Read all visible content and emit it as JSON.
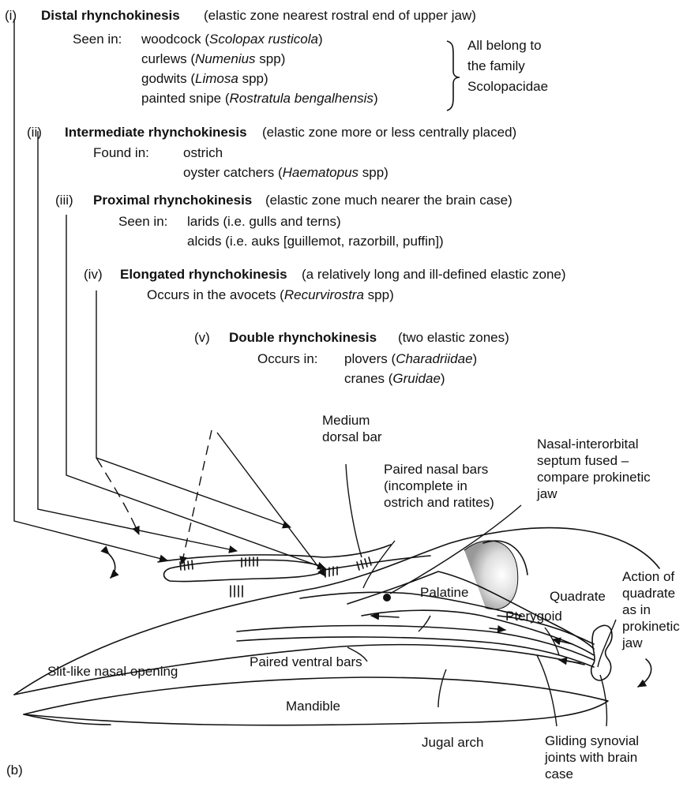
{
  "types": [
    {
      "num": "(i)",
      "name": "Distal rhynchokinesis",
      "desc": "(elastic zone nearest rostral end of upper jaw)",
      "prefix": "Seen in:",
      "examples": [
        {
          "pre": "woodcock (",
          "it": "Scolopax rusticola",
          "post": ")"
        },
        {
          "pre": "curlews (",
          "it": "Numenius",
          "post": " spp)"
        },
        {
          "pre": "godwits (",
          "it": "Limosa",
          "post": " spp)"
        },
        {
          "pre": "painted snipe (",
          "it": "Rostratula bengalhensis",
          "post": ")"
        }
      ],
      "family_note": [
        "All belong to",
        "the family",
        "Scolopacidae"
      ]
    },
    {
      "num": "(ii)",
      "name": "Intermediate rhynchokinesis",
      "desc": "(elastic zone more or less centrally placed)",
      "prefix": "Found in:",
      "examples": [
        {
          "pre": "ostrich",
          "it": "",
          "post": ""
        },
        {
          "pre": "oyster catchers (",
          "it": "Haematopus",
          "post": " spp)"
        }
      ]
    },
    {
      "num": "(iii)",
      "name": "Proximal rhynchokinesis",
      "desc": "(elastic zone much nearer the brain case)",
      "prefix": "Seen in:",
      "examples": [
        {
          "pre": "larids (i.e. gulls and terns)",
          "it": "",
          "post": ""
        },
        {
          "pre": "alcids (i.e. auks [guillemot, razorbill, puffin])",
          "it": "",
          "post": ""
        }
      ]
    },
    {
      "num": "(iv)",
      "name": "Elongated rhynchokinesis",
      "desc": "(a relatively long and ill-defined elastic zone)",
      "prefix": "Occurs in the avocets (",
      "examples": [
        {
          "pre": "",
          "it": "Recurvirostra",
          "post": " spp)"
        }
      ]
    },
    {
      "num": "(v)",
      "name": "Double rhynchokinesis",
      "desc": "(two elastic zones)",
      "prefix": "Occurs in:",
      "examples": [
        {
          "pre": "plovers (",
          "it": "Charadriidae",
          "post": ")"
        },
        {
          "pre": "cranes (",
          "it": "Gruidae",
          "post": ")"
        }
      ]
    }
  ],
  "labels": {
    "medium_dorsal_bar": [
      "Medium",
      "dorsal bar"
    ],
    "paired_nasal_bars": [
      "Paired nasal bars",
      "(incomplete in",
      "ostrich and ratites)"
    ],
    "nasal_septum": [
      "Nasal-interorbital",
      "septum fused –",
      "compare prokinetic",
      "jaw"
    ],
    "action_quadrate": [
      "Action of",
      "quadrate",
      "as in",
      "prokinetic",
      "jaw"
    ],
    "quadrate": "Quadrate",
    "palatine": "Palatine",
    "pterygoid": "Pterygoid",
    "slit_nasal": "Slit-like nasal opening",
    "paired_ventral": "Paired ventral bars",
    "mandible": "Mandible",
    "jugal_arch": "Jugal arch",
    "gliding": [
      "Gliding synovial",
      "joints with brain",
      "case"
    ]
  },
  "panel_label": "(b)"
}
